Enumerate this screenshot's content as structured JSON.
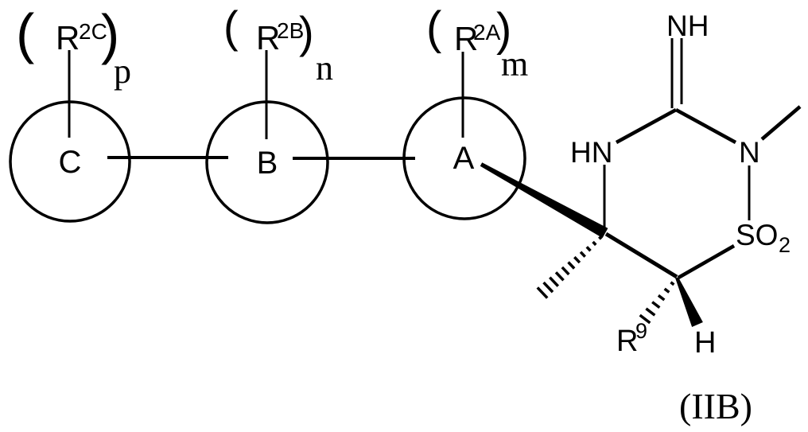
{
  "figure": {
    "colors": {
      "ink": "#000000",
      "background": "#ffffff"
    },
    "formula_label": "(IIB)",
    "ring_groups": [
      {
        "letter": "C",
        "paren_open": "(",
        "r_base": "R",
        "r_sup": "2C",
        "paren_close": ")",
        "count_sub": "p"
      },
      {
        "letter": "B",
        "paren_open": "(",
        "r_base": "R",
        "r_sup": "2B",
        "paren_close": ")",
        "count_sub": "n"
      },
      {
        "letter": "A",
        "paren_open": "(",
        "r_base": "R",
        "r_sup": "2A",
        "paren_close": ")",
        "count_sub": "m"
      }
    ],
    "heterocycle": {
      "imine_nh": "NH",
      "ring_hn": "HN",
      "ring_n": "N",
      "sulfonyl": "SO",
      "sulfonyl_sub": "2",
      "r9_base": "R",
      "r9_sup": "9",
      "stereo_h": "H"
    }
  }
}
